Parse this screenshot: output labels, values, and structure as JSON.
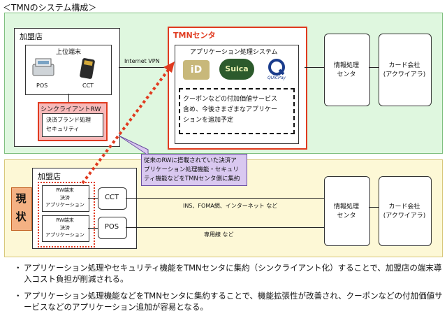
{
  "title": "＜TMNのシステム構成＞",
  "top": {
    "store_label": "加盟店",
    "terminal_title": "上位端末",
    "pos_label": "POS",
    "cct_label": "CCT",
    "thin_client_title": "シンクライアントRW",
    "thin_client_body": [
      "決済ブランド処理",
      "セキュリティ"
    ],
    "link_label": "Internet VPN",
    "tmn_center_title": "TMNセンタ",
    "app_system_title": "アプリケーション処理システム",
    "brand_logos": [
      "iD",
      "Suica",
      "QUICPay"
    ],
    "coupon_text": [
      "クーポンなどの付加価値サービス",
      "含め、今後さまざまなアプリケー",
      "ションを追加予定"
    ],
    "info_center": [
      "情報処理",
      "センタ"
    ],
    "card_company": [
      "カード会社",
      "(アクワイアラ)"
    ]
  },
  "callout": [
    "従来のRWに搭載されていた決済ア",
    "プリケーション処理機能・セキュリ",
    "ティ機能などをTMNセンタ側に集約"
  ],
  "bottom": {
    "current_label": [
      "現",
      "状"
    ],
    "store_label": "加盟店",
    "rw_terminal_1": [
      "RW端末",
      "決済",
      "アプリケーション"
    ],
    "rw_terminal_2": [
      "RW端末",
      "決済",
      "アプリケーション"
    ],
    "cct_label": "CCT",
    "pos_label": "POS",
    "line1_label": "INS、FOMA網、インターネット など",
    "line2_label": "専用線 など",
    "info_center": [
      "情報処理",
      "センタ"
    ],
    "card_company": [
      "カード会社",
      "(アクワイアラ)"
    ]
  },
  "notes": [
    "アプリケーション処理やセキュリティ機能をTMNセンタに集約（シンクライアント化）することで、加盟店の端末導入コスト負担が削減される。",
    "アプリケーション処理機能などをTMNセンタに集約することで、機能拡張性が改善され、クーポンなどの付加価値サービスなどのアプリケーション追加が容易となる。"
  ],
  "colors": {
    "red": "#e03a1f",
    "green_bg": "#dff7df",
    "yellow_bg": "#fdf8d6",
    "callout_bg": "#d9c8f0"
  }
}
